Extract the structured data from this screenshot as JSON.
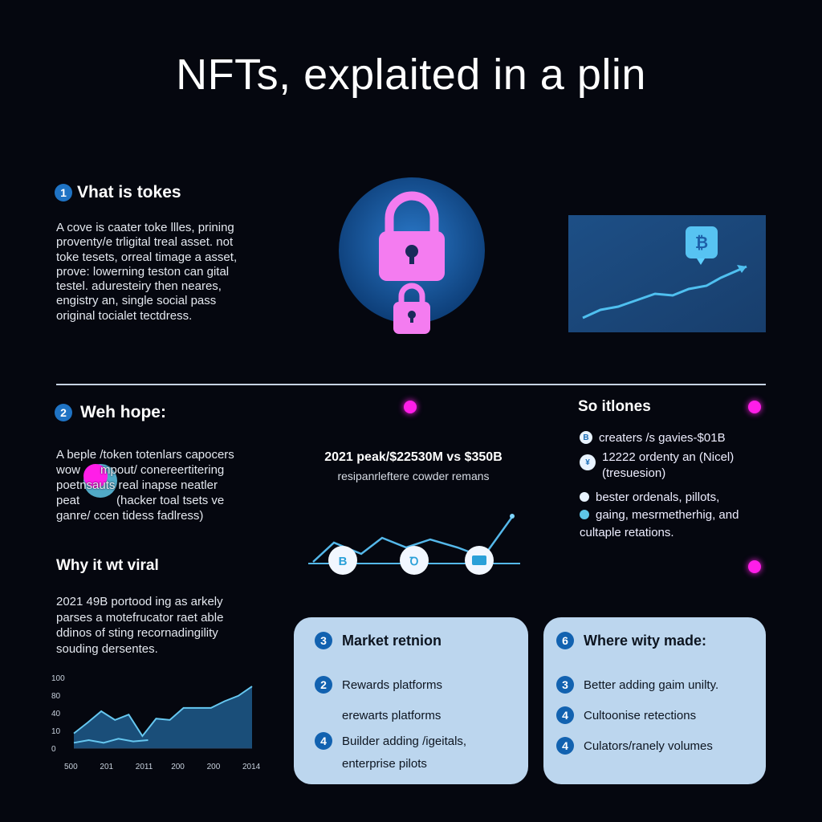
{
  "title": "NFTs, explaited in a plin",
  "section1": {
    "num": "1",
    "heading": "Vhat is tokes",
    "body": [
      "A cove is caater toke llles, prining",
      "proventy/e trligital treal asset. not",
      "toke tesets, orreal timage a asset,",
      "prove: lowerning teston can gital",
      "testel. aduresteiry then neares,",
      "engistry an, single social pass",
      "original tocialet tectdress."
    ]
  },
  "section2": {
    "num": "2",
    "heading": "Weh hope:",
    "body": [
      "A beple /token totenlars capocers",
      "wow      mpout/ conereertitering",
      "poetnsauts real inapse neatler",
      "peat           (hacker toal tsets ve",
      "ganre/ ccen tidess fadlress)"
    ]
  },
  "center": {
    "headline": "2021 peak/$22530M vs $350B",
    "sub": "resipanrleftere cowder remans"
  },
  "stats": {
    "heading": "So itlones",
    "items": [
      {
        "icon": "bitcoin-icon",
        "text": "creaters /s gavies-$01B"
      },
      {
        "icon": "token-icon",
        "text": "12222 ordenty an (Nicel)\n(tresuesion)"
      },
      {
        "icon": "coin-icon",
        "text": "bester ordenals, pillots,"
      },
      {
        "icon": "globe-icon",
        "text": "gaing, mesrmetherhig, and"
      }
    ],
    "tail": "cultaple retations."
  },
  "section3": {
    "heading": "Why it wt viral",
    "body": [
      "2021 49B portood ing as arkely",
      "parses a motefrucator raet able",
      "ddinos of sting recornadingility",
      "souding dersentes."
    ]
  },
  "chart_data": {
    "type": "area",
    "y_ticks": [
      "100",
      "80",
      "40",
      "10",
      "0"
    ],
    "x_ticks": [
      "500",
      "201",
      "2011",
      "200",
      "200",
      "2014"
    ],
    "ylim": [
      0,
      100
    ],
    "series": [
      {
        "values": [
          22,
          38,
          55,
          42,
          50,
          18,
          44,
          42,
          60,
          60,
          60,
          70,
          78,
          92
        ]
      },
      {
        "values": [
          8,
          12,
          8,
          14,
          10,
          12
        ]
      }
    ]
  },
  "card1": {
    "num": "3",
    "heading": "Market retnion",
    "items": [
      {
        "num": "2",
        "text": "Rewards platforms"
      },
      {
        "num": "",
        "text": "erewarts platforms"
      },
      {
        "num": "4",
        "text": "Builder adding /igeitals,"
      },
      {
        "num": "",
        "text": "enterprise pilots"
      }
    ]
  },
  "card2": {
    "num": "6",
    "heading": "Where wity made:",
    "items": [
      {
        "num": "3",
        "text": "Better adding gaim unilty."
      },
      {
        "num": "4",
        "text": "Cultoonise retections"
      },
      {
        "num": "4",
        "text": "Culators/ranely volumes"
      }
    ]
  },
  "colors": {
    "accent": "#1f73c4",
    "magenta": "#ff1ee8",
    "lock": "#f47cf0",
    "card": "#bcd6ee"
  }
}
